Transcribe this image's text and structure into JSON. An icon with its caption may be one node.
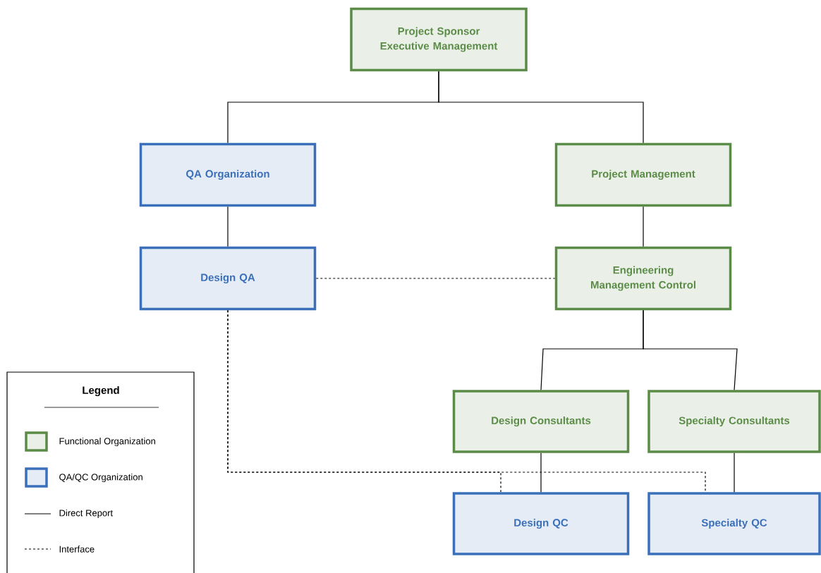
{
  "diagram": {
    "nodes": [
      {
        "text": [
          "Project Sponsor Executive Management"
        ]
      },
      {
        "text": [
          "QA Organization"
        ]
      },
      {
        "text": [
          "Project Management"
        ]
      },
      {
        "text": [
          "Design QA"
        ]
      },
      {
        "text": [
          "Engineering Management Control"
        ]
      },
      {
        "text": [
          "Design Consultants"
        ]
      },
      {
        "text": [
          "Specialty Consultants"
        ]
      },
      {
        "text": [
          "Design QC"
        ]
      },
      {
        "text": [
          "Specialty QC"
        ]
      }
    ],
    "edges": [
      {
        "from": 0,
        "to": 1,
        "arrow": "none"
      },
      {
        "from": 0,
        "to": 2,
        "arrow": "none"
      },
      {
        "from": 1,
        "to": 3,
        "arrow": "none"
      },
      {
        "from": 2,
        "to": 4,
        "arrow": "none"
      },
      {
        "from": 3,
        "to": 4,
        "arrow": "none",
        "style": "dashed"
      },
      {
        "from": 4,
        "to": 5,
        "arrow": "none"
      },
      {
        "from": 4,
        "to": 6,
        "arrow": "none"
      },
      {
        "from": 3,
        "to": 7,
        "arrow": "none",
        "style": "dashed"
      },
      {
        "from": 3,
        "to": 8,
        "arrow": "none",
        "style": "dashed"
      },
      {
        "from": 5,
        "to": 7,
        "arrow": "none"
      },
      {
        "from": 6,
        "to": 8,
        "arrow": "none"
      }
    ],
    "labels": [
      "Legend"
    ],
    "legend": [
      {
        "text": "Functional Organization",
        "color": "#5b8c47"
      },
      {
        "text": "QA/QC Organization",
        "color": "#3a6fba"
      },
      {
        "text": "Direct Report"
      },
      {
        "text": "Interface"
      }
    ]
  }
}
